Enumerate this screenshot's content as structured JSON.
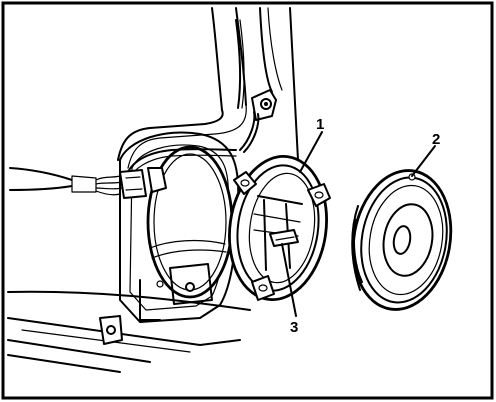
{
  "callouts": [
    {
      "label": "1",
      "part": "speaker-mounting-bracket"
    },
    {
      "label": "2",
      "part": "speaker"
    },
    {
      "label": "3",
      "part": "bracket-tab"
    }
  ]
}
